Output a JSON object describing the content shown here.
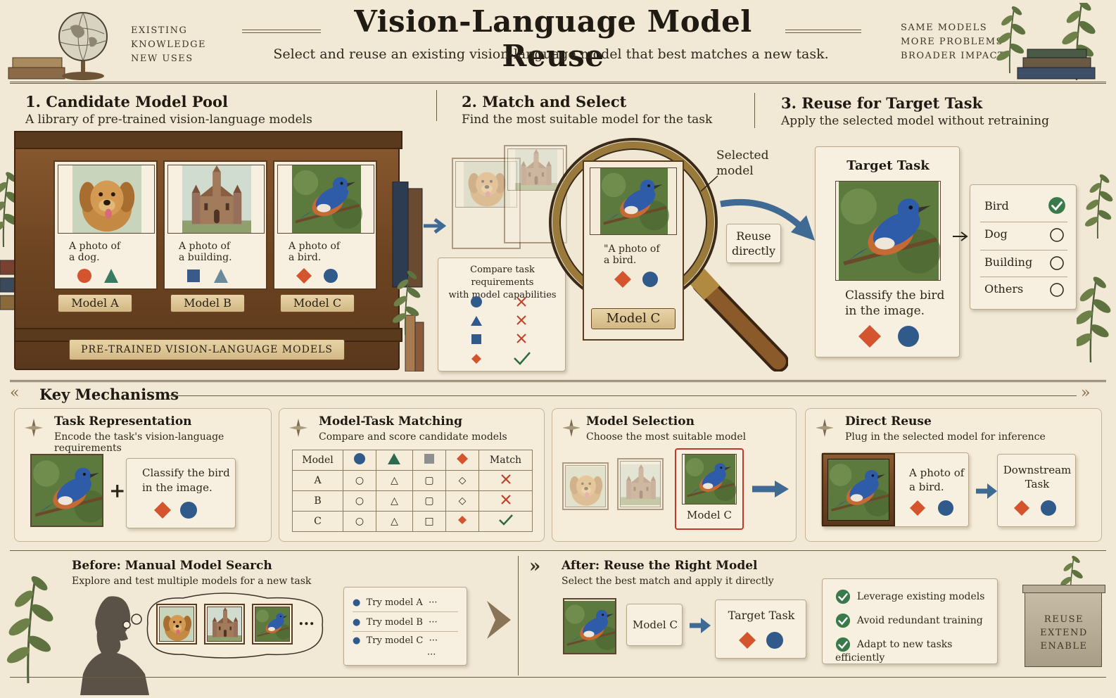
{
  "header": {
    "title": "Vision-Language Model Reuse",
    "subtitle": "Select and reuse an existing vision-language model that best matches a new task.",
    "left_tagline": [
      "EXISTING",
      "KNOWLEDGE",
      "NEW USES"
    ],
    "right_tagline": [
      "SAME MODELS",
      "MORE PROBLEMS",
      "BROADER IMPACT"
    ]
  },
  "step1": {
    "title": "1. Candidate Model Pool",
    "subtitle": "A library of pre-trained vision-language models",
    "cards": [
      {
        "caption_1": "A photo of",
        "caption_2": "a dog.",
        "plate": "Model A"
      },
      {
        "caption_1": "A photo of",
        "caption_2": "a building.",
        "plate": "Model B"
      },
      {
        "caption_1": "A photo of",
        "caption_2": "a bird.",
        "plate": "Model C"
      }
    ],
    "shelf_label": "PRE-TRAINED VISION-LANGUAGE MODELS"
  },
  "step2": {
    "title": "2. Match and Select",
    "subtitle": "Find the most suitable model for the task",
    "compare_1": "Compare task requirements",
    "compare_2": "with model capabilities",
    "selected_1": "Selected",
    "selected_2": "model",
    "lens_caption_1": "\"A photo of",
    "lens_caption_2": "a bird.",
    "lens_plate": "Model C",
    "reuse_1": "Reuse",
    "reuse_2": "directly"
  },
  "step3": {
    "title": "3. Reuse for Target Task",
    "subtitle": "Apply the selected model without retraining",
    "card_title": "Target Task",
    "task_1": "Classify the bird",
    "task_2": "in the image.",
    "options": [
      "Bird",
      "Dog",
      "Building",
      "Others"
    ]
  },
  "mechanisms": {
    "title": "Key Mechanisms",
    "task_rep": {
      "title": "Task Representation",
      "subtitle": "Encode the task's vision-language requirements",
      "note_1": "Classify the bird",
      "note_2": "in the image."
    },
    "matching": {
      "title": "Model-Task Matching",
      "subtitle": "Compare and score candidate models",
      "head_model": "Model",
      "head_match": "Match",
      "rows": [
        "A",
        "B",
        "C"
      ]
    },
    "selection": {
      "title": "Model Selection",
      "subtitle": "Choose the most suitable model",
      "plate": "Model C"
    },
    "reuse": {
      "title": "Direct Reuse",
      "subtitle": "Plug in the selected model for inference",
      "caption_1": "A photo of",
      "caption_2": "a bird.",
      "downstream_1": "Downstream",
      "downstream_2": "Task"
    }
  },
  "before": {
    "title": "Before: Manual Model Search",
    "subtitle": "Explore and test multiple models for a new task",
    "ellipsis": "...",
    "tries": [
      "Try model A",
      "Try model B",
      "Try model C"
    ],
    "try_dots": "···"
  },
  "after": {
    "title": "After: Reuse the Right Model",
    "subtitle": "Select the best match and apply it directly",
    "model": "Model C",
    "target": "Target Task",
    "benefits": [
      "Leverage existing models",
      "Avoid redundant training",
      "Adapt to new tasks efficiently"
    ],
    "pedestal": [
      "REUSE",
      "EXTEND",
      "ENABLE"
    ]
  },
  "colors": {
    "red": "#d4542e",
    "blue": "#2f5a8a",
    "green": "#3a7a4a",
    "gray": "#8f8f8f",
    "wood": "#6e4522"
  }
}
